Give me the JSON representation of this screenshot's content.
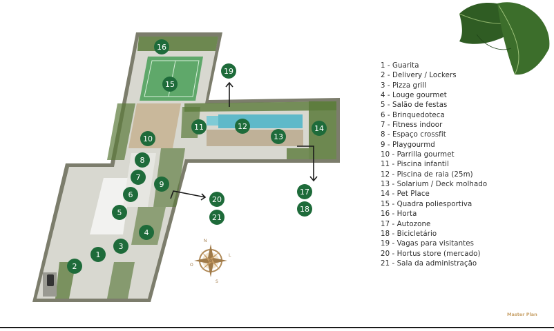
{
  "legend": [
    "1 - Guarita",
    "2 - Delivery / Lockers",
    "3 - Pizza grill",
    "4 - Louge gourmet",
    "5 - Salão de festas",
    "6 - Brinquedoteca",
    "7 - Fitness indoor",
    "8 - Espaço crossfit",
    "9 - Playgourmd",
    "10  - Parrilla gourmet",
    "11 - Piscina infantil",
    "12 - Piscina de raia (25m)",
    "13 - Solarium / Deck molhado",
    "14 - Pet Place",
    "15 - Quadra poliesportiva",
    "16 - Horta",
    "17 - Autozone",
    "18 - Bicicletário",
    "19 - Vagas para visitantes",
    "20 - Hortus store (mercado)",
    "21 - Sala da administração"
  ],
  "markers": [
    "1",
    "2",
    "3",
    "4",
    "5",
    "6",
    "7",
    "8",
    "9",
    "10",
    "11",
    "12",
    "13",
    "14",
    "15",
    "16",
    "17",
    "18",
    "19",
    "20",
    "21"
  ],
  "compass": {
    "n": "N",
    "s": "S",
    "l": "L",
    "o": "O"
  },
  "footer_label": "Master Plan",
  "colors": {
    "marker": "#1e6b3a",
    "accent": "#c9a36b",
    "frame": "#6b6b5a"
  }
}
